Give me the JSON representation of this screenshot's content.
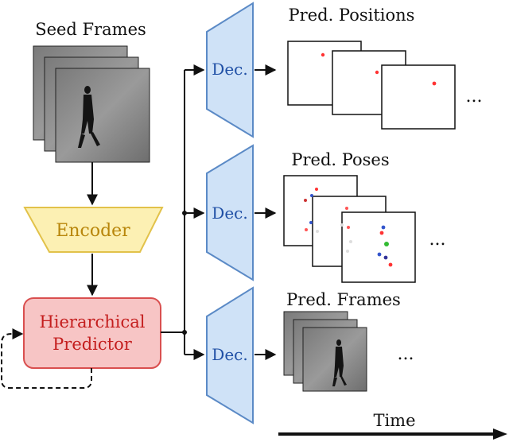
{
  "labels": {
    "seed_frames": "Seed Frames",
    "encoder": "Encoder",
    "predictor_line1": "Hierarchical",
    "predictor_line2": "Predictor",
    "decoder": "Dec.",
    "pred_positions": "Pred. Positions",
    "pred_poses": "Pred. Poses",
    "pred_frames": "Pred. Frames",
    "ellipsis": "...",
    "time": "Time"
  },
  "colors": {
    "encoder_fill": "#fcf0b3",
    "encoder_stroke": "#e2c24a",
    "encoder_text": "#b8860b",
    "predictor_fill": "#f7c5c5",
    "predictor_stroke": "#d94f4f",
    "predictor_text": "#c41e1e",
    "decoder_fill": "#cfe2f7",
    "decoder_stroke": "#5b8ac6",
    "decoder_text": "#1f4fa5",
    "position_dot": "#ff3333"
  }
}
